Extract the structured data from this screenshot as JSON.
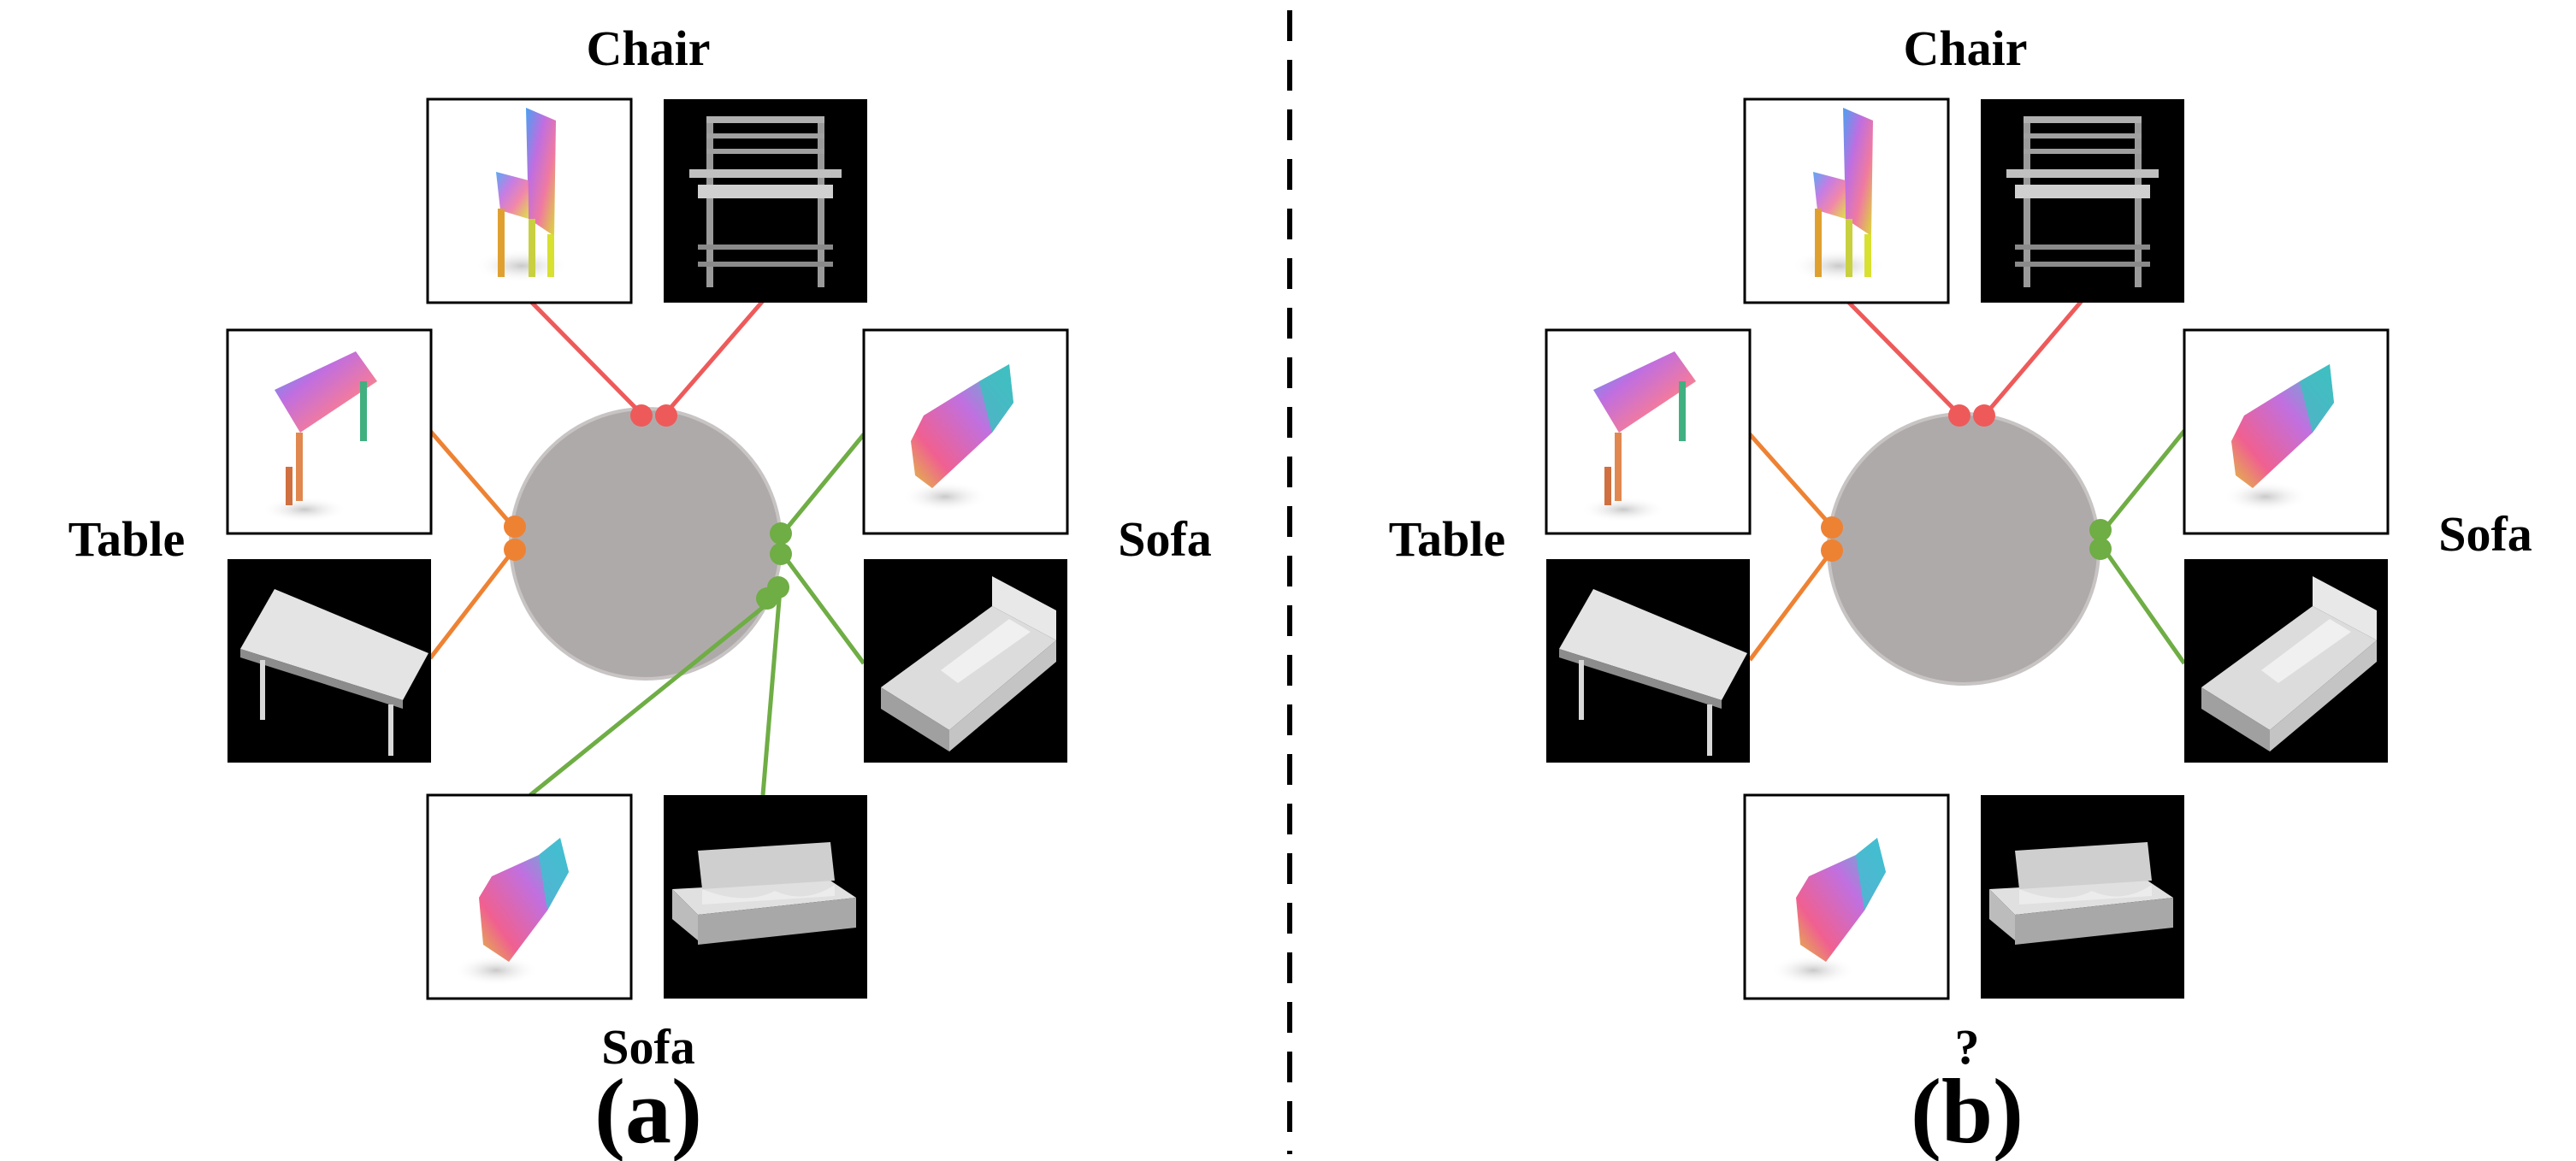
{
  "panel_a": {
    "label": "(a)",
    "top_label": "Chair",
    "left_label": "Table",
    "right_label": "Sofa",
    "bottom_label": "Sofa"
  },
  "panel_b": {
    "label": "(b)",
    "top_label": "Chair",
    "left_label": "Table",
    "right_label": "Sofa",
    "bottom_label": "?"
  },
  "colors": {
    "chair_link": "#ee5a5a",
    "table_link": "#ee8233",
    "sofa_link": "#6fad45",
    "center_circle": "#afaaaa",
    "divider": "#000000"
  }
}
